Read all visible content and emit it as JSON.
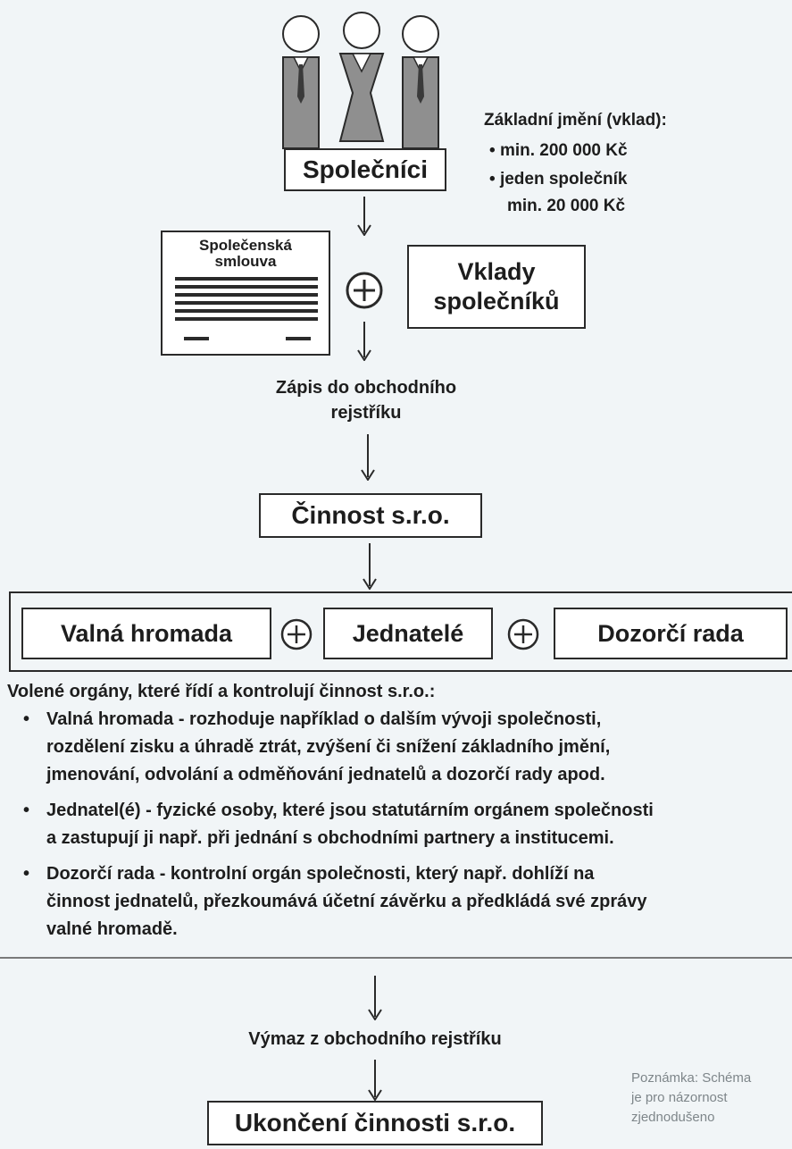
{
  "colors": {
    "line": "#2a2a2a",
    "background": "#f1f5f7",
    "box": "#ffffff",
    "person_body": "#8f8f8f",
    "tie": "#3a3a3a",
    "note": "#7e868a"
  },
  "partners": {
    "label": "Společníci",
    "people": [
      "person-icon",
      "person-icon",
      "person-icon"
    ]
  },
  "capital": {
    "title": "Základní jmění (vklad):",
    "items": [
      "min. 200 000 Kč",
      "jeden společník",
      "min. 20 000 Kč"
    ]
  },
  "contract": {
    "line1": "Společenská",
    "line2": "smlouva",
    "icon": "document-icon"
  },
  "deposits": {
    "line1": "Vklady",
    "line2": "společníků"
  },
  "registration": {
    "line1": "Zápis do obchodního",
    "line2": "rejstříku"
  },
  "activity": {
    "label": "Činnost s.r.o."
  },
  "organs": {
    "general_meeting": "Valná hromada",
    "executives": "Jednatelé",
    "supervisory_board": "Dozorčí rada"
  },
  "description": {
    "intro": "Volené orgány, které řídí a kontrolují činnost s.r.o.:",
    "b1_l1": "Valná hromada - rozhoduje například o dalším vývoji společnosti,",
    "b1_l2": "rozdělení zisku a úhradě ztrát, zvýšení či snížení základního jmění,",
    "b1_l3": "jmenování, odvolání a odměňování jednatelů a dozorčí rady apod.",
    "b2_l1": "Jednatel(é) - fyzické osoby, které jsou statutárním orgánem společnosti",
    "b2_l2": "a zastupují ji např. při jednání s obchodními partnery a institucemi.",
    "b3_l1": "Dozorčí rada - kontrolní orgán společnosti, který např. dohlíží na",
    "b3_l2": "činnost jednatelů, přezkoumává účetní závěrku a předkládá své zprávy",
    "b3_l3": "valné hromadě."
  },
  "deletion": {
    "label": "Výmaz z obchodního rejstříku"
  },
  "termination": {
    "label": "Ukončení činnosti s.r.o."
  },
  "note": {
    "line1": "Poznámka: Schéma",
    "line2": "je pro názornost",
    "line3": "zjednodušeno"
  }
}
